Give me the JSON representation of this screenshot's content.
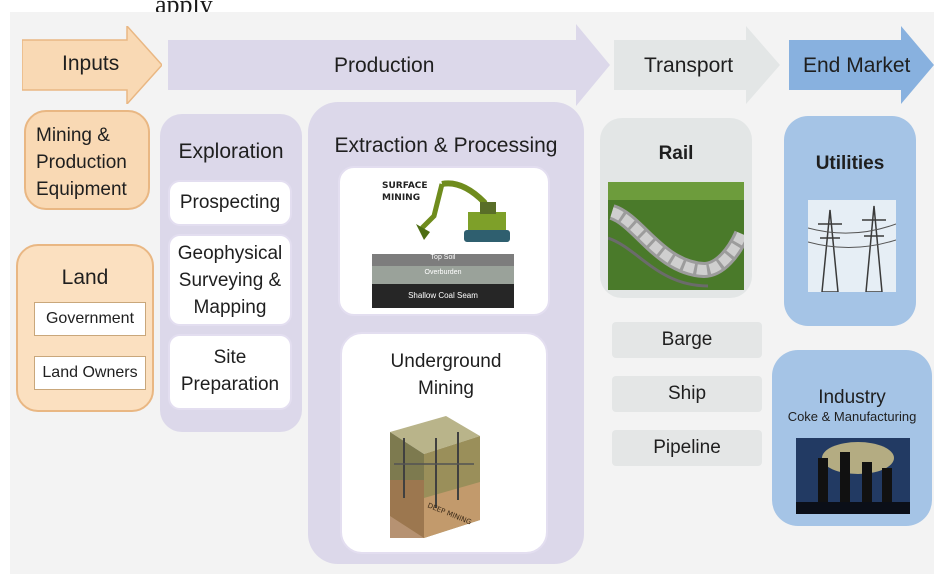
{
  "header_fragment": "apply",
  "stages": {
    "inputs": "Inputs",
    "production": "Production",
    "transport": "Transport",
    "end_market": "End Market"
  },
  "inputs": {
    "equipment": "Mining & Production Equipment",
    "land": {
      "title": "Land",
      "items": [
        "Government",
        "Land Owners"
      ]
    }
  },
  "exploration": {
    "title": "Exploration",
    "items": [
      "Prospecting",
      "Geophysical Surveying & Mapping",
      "Site Preparation"
    ]
  },
  "extraction": {
    "title": "Extraction & Processing",
    "surface": {
      "label": "SURFACE MINING",
      "layers": [
        "Top Soil",
        "Overburden",
        "Shallow Coal Seam"
      ]
    },
    "underground": {
      "title": "Underground Mining",
      "label": "DEEP MINING"
    }
  },
  "transport": {
    "rail": "Rail",
    "modes": [
      "Barge",
      "Ship",
      "Pipeline"
    ]
  },
  "end_market": {
    "utilities": "Utilities",
    "industry": "Industry",
    "industry_sub": "Coke & Manufacturing"
  },
  "colors": {
    "inputs_fill": "#f9d9b4",
    "inputs_border": "#e9b783",
    "production_fill": "#dcd8ea",
    "transport_fill": "#e3e6e6",
    "end_market_fill": "#a5c4e6",
    "end_market_arrow": "#88b1df"
  }
}
